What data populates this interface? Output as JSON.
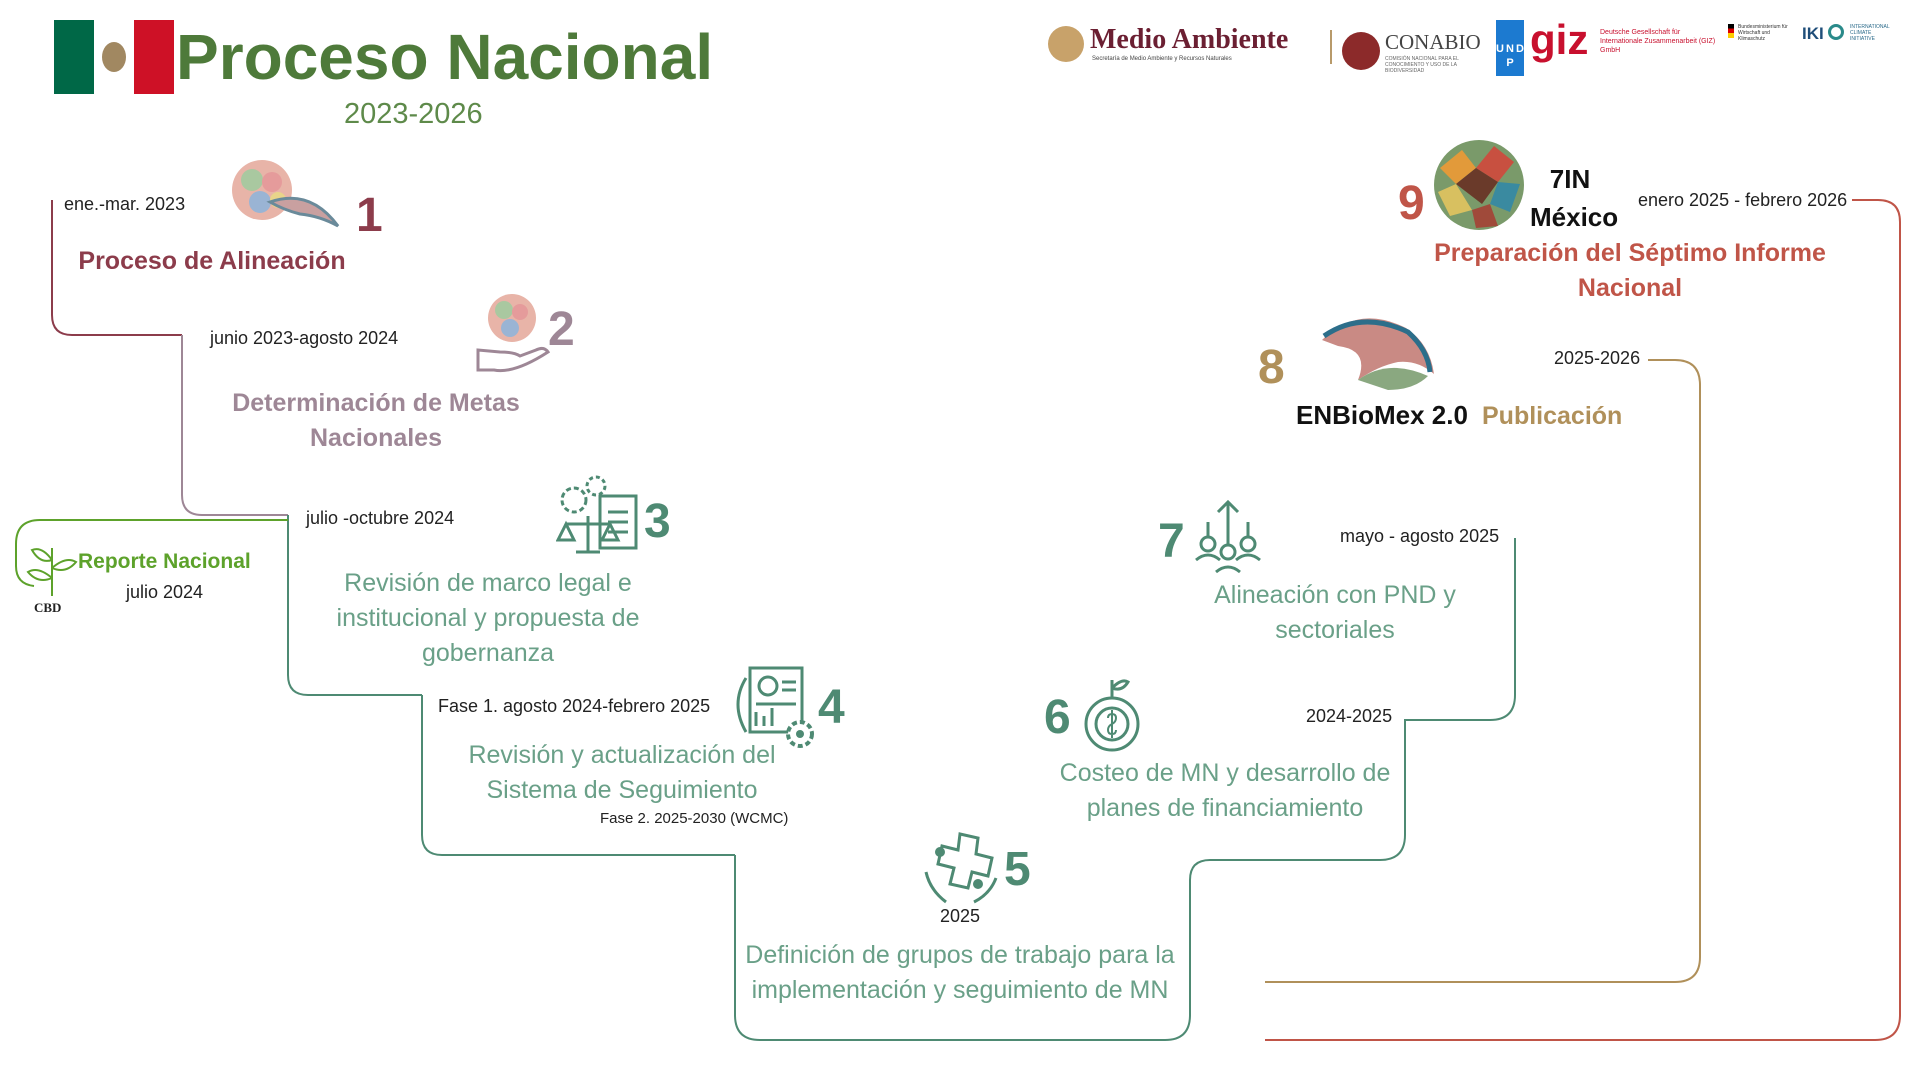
{
  "title": "Proceso Nacional",
  "period": "2023-2026",
  "colors": {
    "step1": "#8c3c4b",
    "step2": "#9e8796",
    "teal": "#4e8a73",
    "teal_text": "#6aa088",
    "step8": "#b0905a",
    "step9": "#c05548",
    "report": "#5da22b",
    "title": "#4e7a3a",
    "flag_green": "#006847",
    "flag_red": "#ce1126"
  },
  "logos": {
    "medio_ambiente": "Medio Ambiente",
    "medio_ambiente_sub": "Secretaría de Medio Ambiente y Recursos Naturales",
    "conabio": "CONABIO",
    "conabio_sub": "COMISIÓN NACIONAL PARA EL CONOCIMIENTO Y USO DE LA BIODIVERSIDAD",
    "undp": "U N D P",
    "giz": "giz",
    "giz_sub": "Deutsche Gesellschaft für Internationale Zusammenarbeit (GIZ) GmbH",
    "bmwk": "Bundesministerium für Wirtschaft und Klimaschutz",
    "iki": "IKI",
    "iki_sub": "INTERNATIONAL CLIMATE INITIATIVE"
  },
  "report": {
    "title": "Reporte Nacional",
    "date": "julio 2024",
    "org": "CBD"
  },
  "steps": [
    {
      "num": "1",
      "date": "ene.-mar. 2023",
      "label": [
        "Proceso de Alineación"
      ]
    },
    {
      "num": "2",
      "date": "junio 2023-agosto 2024",
      "label": [
        "Determinación de Metas",
        "Nacionales"
      ]
    },
    {
      "num": "3",
      "date": "julio -octubre 2024",
      "label": [
        "Revisión de marco legal e",
        "institucional y propuesta de",
        "gobernanza"
      ]
    },
    {
      "num": "4",
      "date": "Fase 1. agosto 2024-febrero 2025",
      "date2": "Fase 2. 2025-2030 (WCMC)",
      "label": [
        "Revisión y actualización del",
        "Sistema de Seguimiento"
      ]
    },
    {
      "num": "5",
      "date": "2025",
      "label": [
        "Definición de grupos de trabajo para la",
        "implementación y seguimiento de MN"
      ]
    },
    {
      "num": "6",
      "date": "2024-2025",
      "label": [
        "Costeo de MN y desarrollo de",
        "planes de financiamiento"
      ]
    },
    {
      "num": "7",
      "date": "mayo - agosto  2025",
      "label": [
        "Alineación con PND y",
        "sectoriales"
      ]
    },
    {
      "num": "8",
      "date": "2025-2026",
      "label_a": "ENBioMex 2.0",
      "label_b": "Publicación"
    },
    {
      "num": "9",
      "date": "enero 2025 - febrero 2026",
      "badge": [
        "7IN",
        "México"
      ],
      "label": [
        "Preparación del Séptimo Informe",
        "Nacional"
      ]
    }
  ]
}
